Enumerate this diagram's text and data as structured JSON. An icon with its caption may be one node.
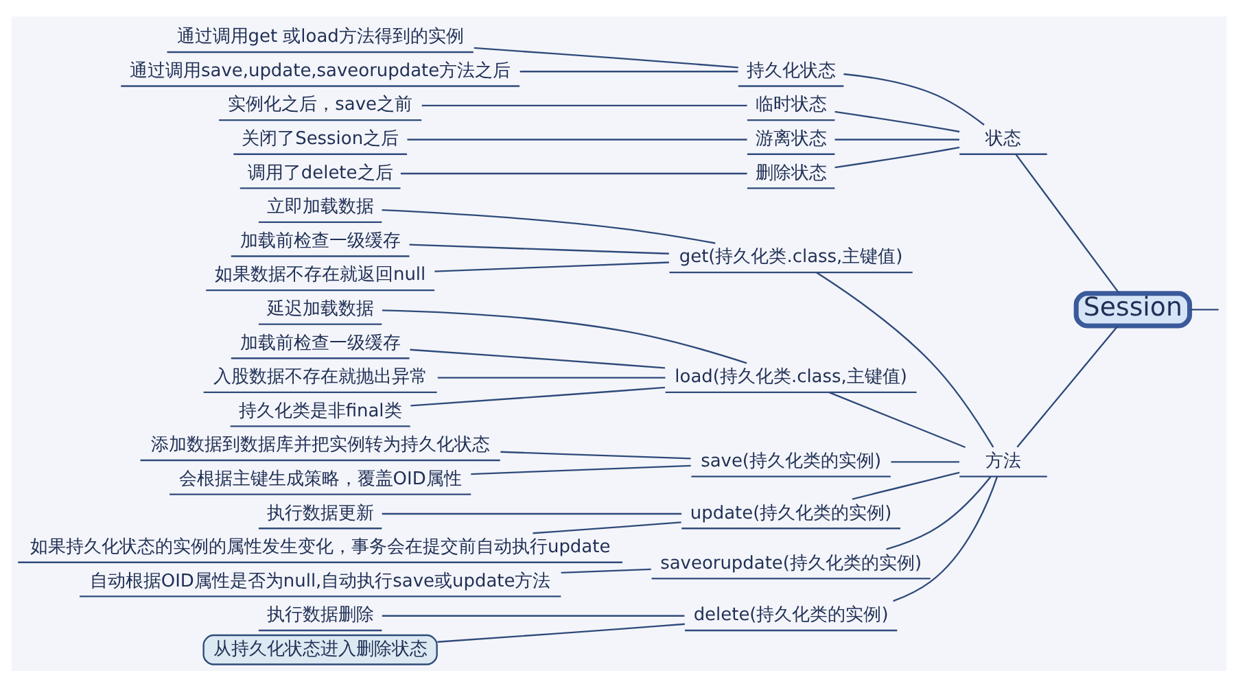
{
  "diagram": {
    "nodes": [
      {
        "text": [
          "Session"
        ]
      },
      {
        "text": [
          "状态"
        ]
      },
      {
        "text": [
          "持久化状态"
        ]
      },
      {
        "text": [
          "通过调用get 或load方法得到的实例"
        ]
      },
      {
        "text": [
          "通过调用save,update,saveorupdate方法之后"
        ]
      },
      {
        "text": [
          "临时状态"
        ]
      },
      {
        "text": [
          "实例化之后，save之前"
        ]
      },
      {
        "text": [
          "游离状态"
        ]
      },
      {
        "text": [
          "关闭了Session之后"
        ]
      },
      {
        "text": [
          "删除状态"
        ]
      },
      {
        "text": [
          "调用了delete之后"
        ]
      },
      {
        "text": [
          "方法"
        ]
      },
      {
        "text": [
          "get(持久化类.class,主键值)"
        ]
      },
      {
        "text": [
          "立即加载数据"
        ]
      },
      {
        "text": [
          "加载前检查一级缓存"
        ]
      },
      {
        "text": [
          "如果数据不存在就返回null"
        ]
      },
      {
        "text": [
          "load(持久化类.class,主键值)"
        ]
      },
      {
        "text": [
          "延迟加载数据"
        ]
      },
      {
        "text": [
          "加载前检查一级缓存"
        ]
      },
      {
        "text": [
          "入股数据不存在就抛出异常"
        ]
      },
      {
        "text": [
          "持久化类是非final类"
        ]
      },
      {
        "text": [
          "save(持久化类的实例)"
        ]
      },
      {
        "text": [
          "添加数据到数据库并把实例转为持久化状态"
        ]
      },
      {
        "text": [
          "会根据主键生成策略，覆盖OID属性"
        ]
      },
      {
        "text": [
          "update(持久化类的实例)"
        ]
      },
      {
        "text": [
          "执行数据更新"
        ]
      },
      {
        "text": [
          "如果持久化状态的实例的属性发生变化，事务会在提交前自动执行update"
        ]
      },
      {
        "text": [
          "saveorupdate(持久化类的实例)"
        ]
      },
      {
        "text": [
          "自动根据OID属性是否为null,自动执行save或update方法"
        ]
      },
      {
        "text": [
          "delete(持久化类的实例)"
        ]
      },
      {
        "text": [
          "执行数据删除"
        ]
      },
      {
        "text": [
          "从持久化状态进入删除状态"
        ]
      }
    ],
    "edges": [
      {
        "from": 0,
        "to": 1,
        "arrow": "none"
      },
      {
        "from": 1,
        "to": 2,
        "arrow": "none"
      },
      {
        "from": 2,
        "to": 3,
        "arrow": "none"
      },
      {
        "from": 2,
        "to": 4,
        "arrow": "none"
      },
      {
        "from": 1,
        "to": 5,
        "arrow": "none"
      },
      {
        "from": 5,
        "to": 6,
        "arrow": "none"
      },
      {
        "from": 1,
        "to": 7,
        "arrow": "none"
      },
      {
        "from": 7,
        "to": 8,
        "arrow": "none"
      },
      {
        "from": 1,
        "to": 9,
        "arrow": "none"
      },
      {
        "from": 9,
        "to": 10,
        "arrow": "none"
      },
      {
        "from": 0,
        "to": 11,
        "arrow": "none"
      },
      {
        "from": 11,
        "to": 12,
        "arrow": "none"
      },
      {
        "from": 12,
        "to": 13,
        "arrow": "none"
      },
      {
        "from": 12,
        "to": 14,
        "arrow": "none"
      },
      {
        "from": 12,
        "to": 15,
        "arrow": "none"
      },
      {
        "from": 11,
        "to": 16,
        "arrow": "none"
      },
      {
        "from": 16,
        "to": 17,
        "arrow": "none"
      },
      {
        "from": 16,
        "to": 18,
        "arrow": "none"
      },
      {
        "from": 16,
        "to": 19,
        "arrow": "none"
      },
      {
        "from": 16,
        "to": 20,
        "arrow": "none"
      },
      {
        "from": 11,
        "to": 21,
        "arrow": "none"
      },
      {
        "from": 21,
        "to": 22,
        "arrow": "none"
      },
      {
        "from": 21,
        "to": 23,
        "arrow": "none"
      },
      {
        "from": 11,
        "to": 24,
        "arrow": "none"
      },
      {
        "from": 24,
        "to": 25,
        "arrow": "none"
      },
      {
        "from": 24,
        "to": 26,
        "arrow": "none"
      },
      {
        "from": 11,
        "to": 27,
        "arrow": "none"
      },
      {
        "from": 27,
        "to": 28,
        "arrow": "none"
      },
      {
        "from": 11,
        "to": 29,
        "arrow": "none"
      },
      {
        "from": 29,
        "to": 30,
        "arrow": "none"
      },
      {
        "from": 29,
        "to": 31,
        "arrow": "none"
      },
      {
        "from": 0,
        "to": null,
        "arrow": "none"
      }
    ]
  }
}
